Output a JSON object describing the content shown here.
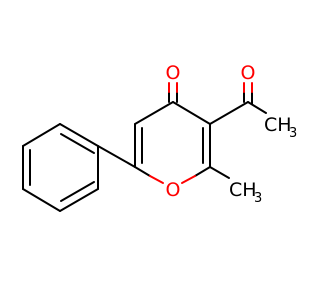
{
  "molecule": {
    "atoms": {
      "carbonyl_oxygen": "O",
      "ring_oxygen": "O",
      "acetyl_oxygen": "O",
      "acetyl_methyl": "CH",
      "acetyl_methyl_sub": "3",
      "ring_methyl": "CH",
      "ring_methyl_sub": "3"
    },
    "colors": {
      "oxygen": "#ff0000",
      "carbon": "#000000",
      "background": "#ffffff"
    }
  }
}
